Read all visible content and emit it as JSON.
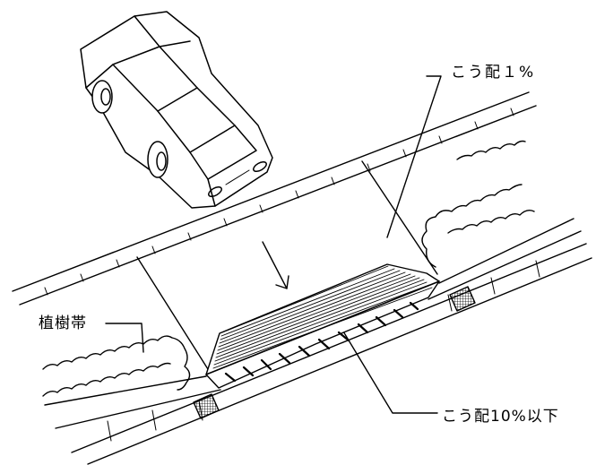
{
  "labels": {
    "slope_top": "こう配１%",
    "slope_bottom": "こう配10%以下",
    "planting_strip": "植樹帯"
  },
  "colors": {
    "line": "#000000",
    "background": "#ffffff"
  },
  "icons": {
    "car": "car-illustration",
    "drain": "drain-grate-icon",
    "arrow": "down-arrow-icon"
  }
}
